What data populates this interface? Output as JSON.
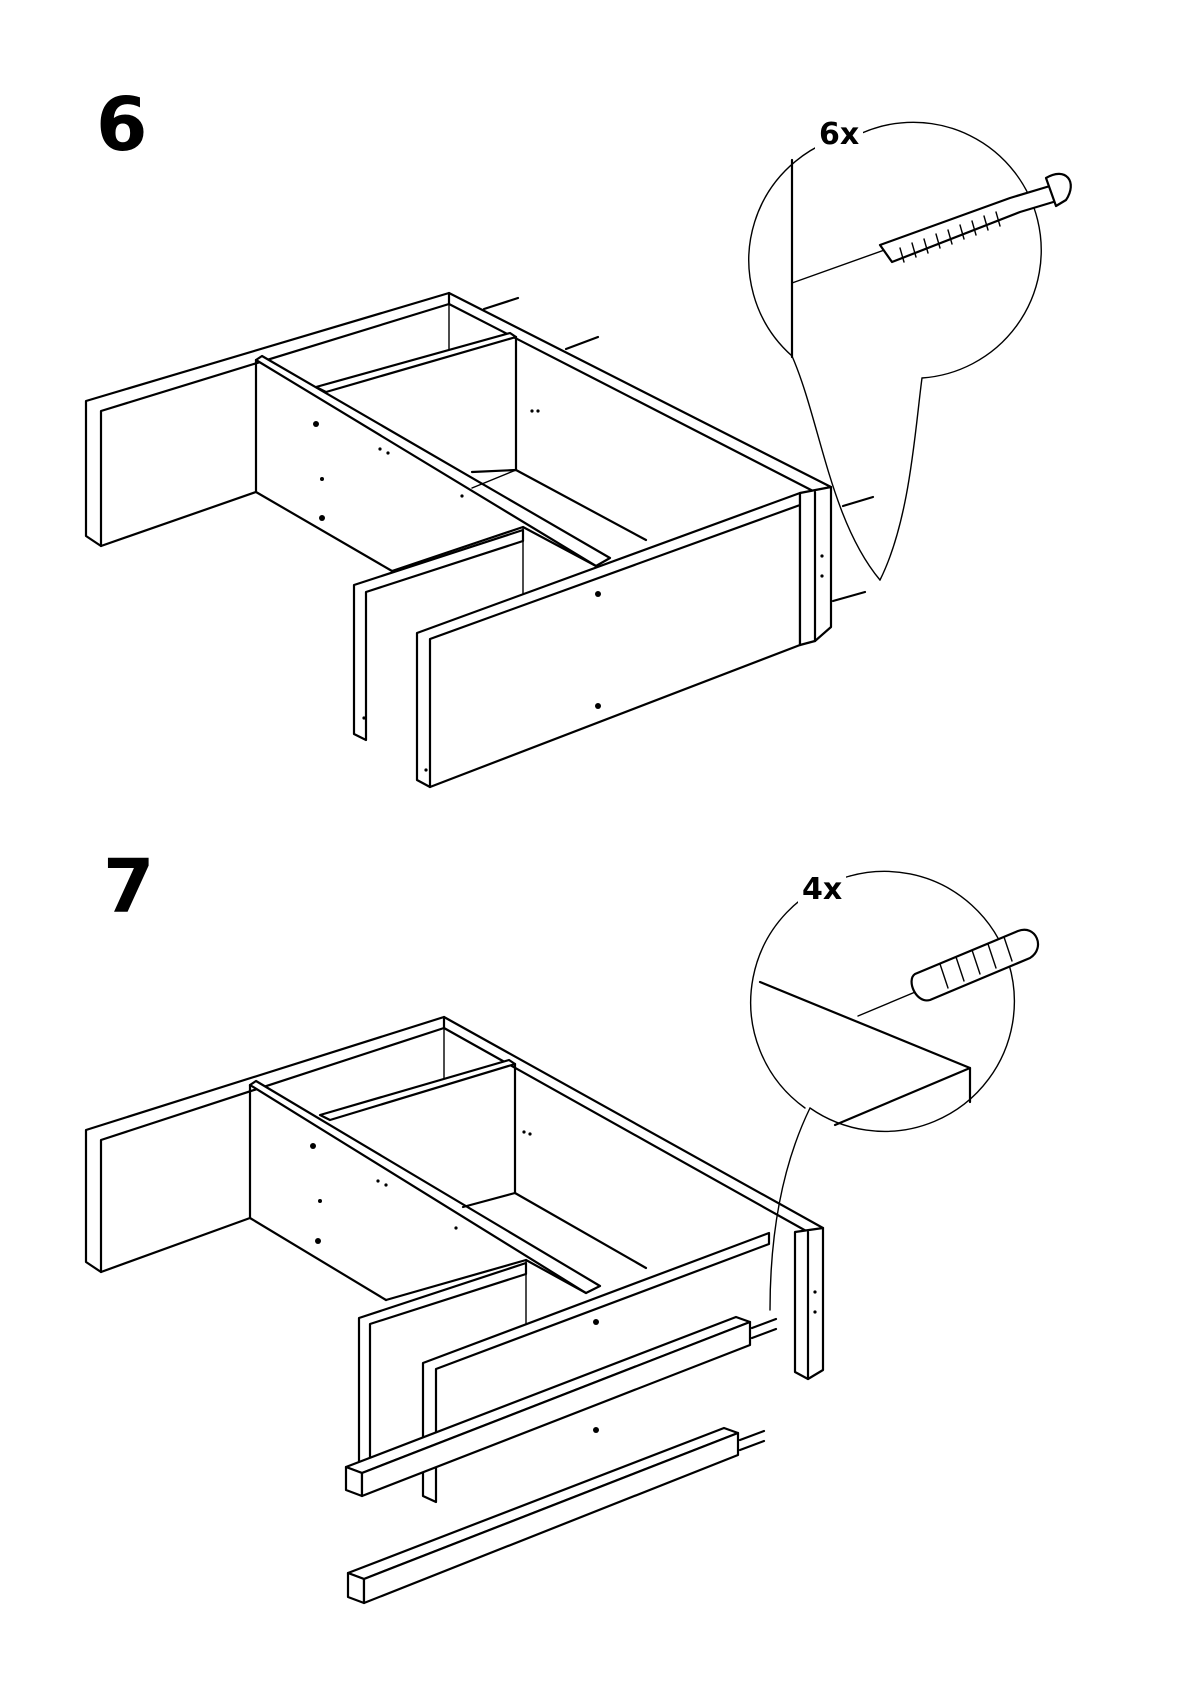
{
  "steps": [
    {
      "number": "6",
      "quantity": "6x",
      "hardware_icon": "screw-icon"
    },
    {
      "number": "7",
      "quantity": "4x",
      "hardware_icon": "dowel-icon"
    }
  ],
  "colors": {
    "ink": "#000000",
    "paper": "#ffffff"
  }
}
